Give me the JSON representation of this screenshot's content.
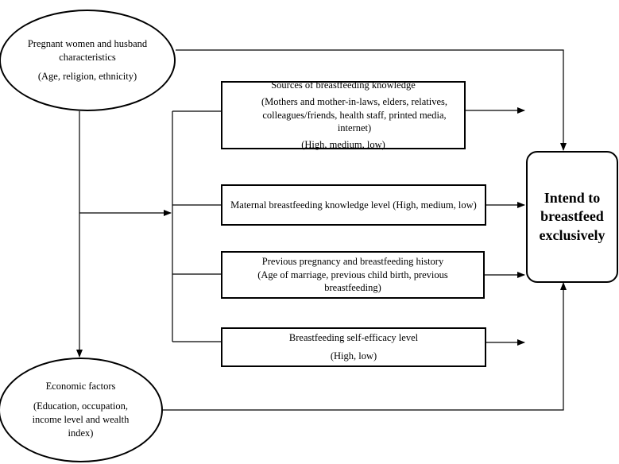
{
  "nodes": {
    "pregnant": {
      "title": "Pregnant women and husband characteristics",
      "detail": "(Age, religion, ethnicity)"
    },
    "economic": {
      "title": "Economic factors",
      "detail": "(Education, occupation, income level and wealth index)"
    },
    "sources": {
      "title": "Sources of breastfeeding  knowledge",
      "detail": "(Mothers and mother-in-laws, elders, relatives, colleagues/friends, health staff, printed media, internet)",
      "level": "(High, medium, low)"
    },
    "knowledge": {
      "title": "Maternal breastfeeding knowledge level (High, medium, low)"
    },
    "history": {
      "title": "Previous pregnancy and breastfeeding history",
      "detail": "(Age of marriage, previous child birth, previous breastfeeding)"
    },
    "efficacy": {
      "title": "Breastfeeding self-efficacy level",
      "level": "(High, low)"
    },
    "outcome": {
      "title": "Intend to breastfeed exclusively"
    }
  },
  "colors": {
    "stroke": "#000000",
    "background": "#ffffff"
  }
}
